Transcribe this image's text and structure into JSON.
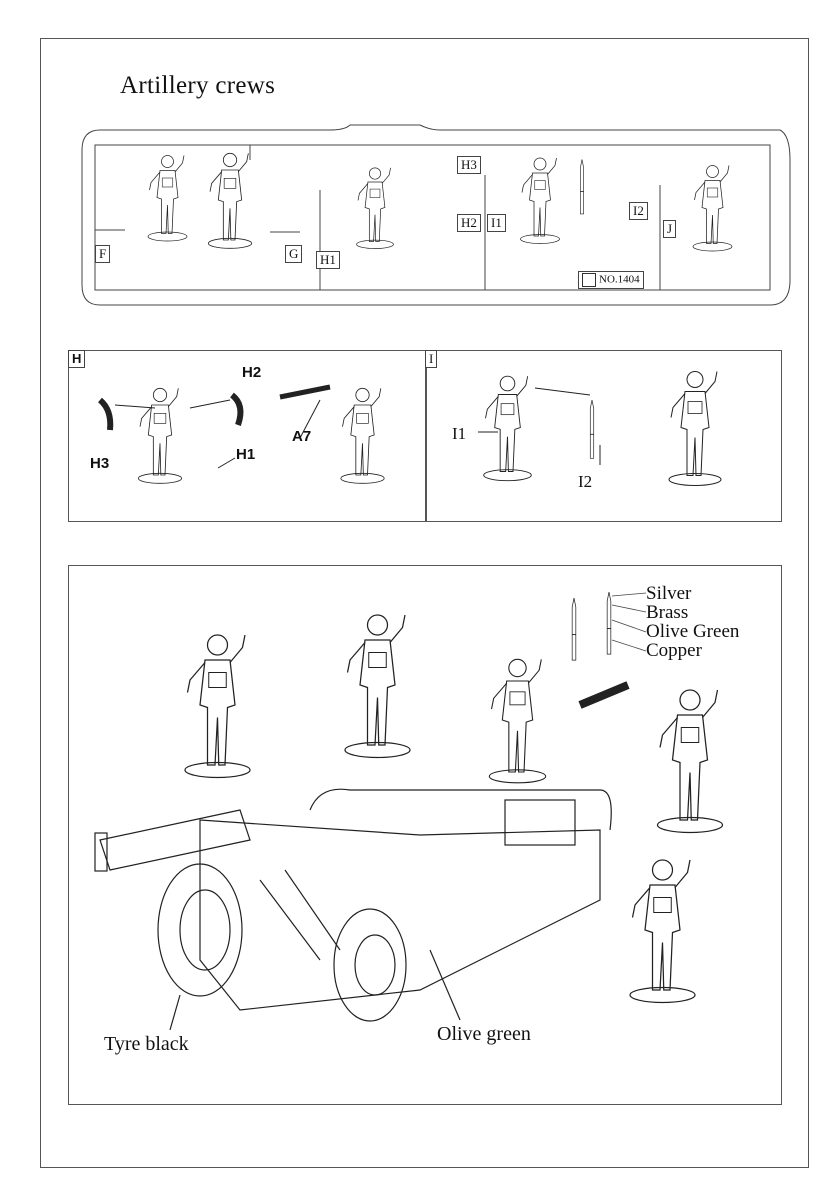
{
  "title": "Artillery crews",
  "sprue": {
    "labels": [
      "F",
      "G",
      "H1",
      "H3",
      "H2",
      "I1",
      "I2",
      "J"
    ],
    "part_number": "NO.1404"
  },
  "panel_h": {
    "tag": "H",
    "callouts": {
      "h2": "H2",
      "h3": "H3",
      "h1": "H1",
      "a7": "A7"
    }
  },
  "panel_i": {
    "tag": "I",
    "callouts": {
      "i1": "I1",
      "i2": "I2"
    }
  },
  "painting": {
    "shell_colors": [
      "Silver",
      "Brass",
      "Olive Green",
      "Copper"
    ],
    "tyre_label": "Tyre black",
    "body_label": "Olive green"
  }
}
